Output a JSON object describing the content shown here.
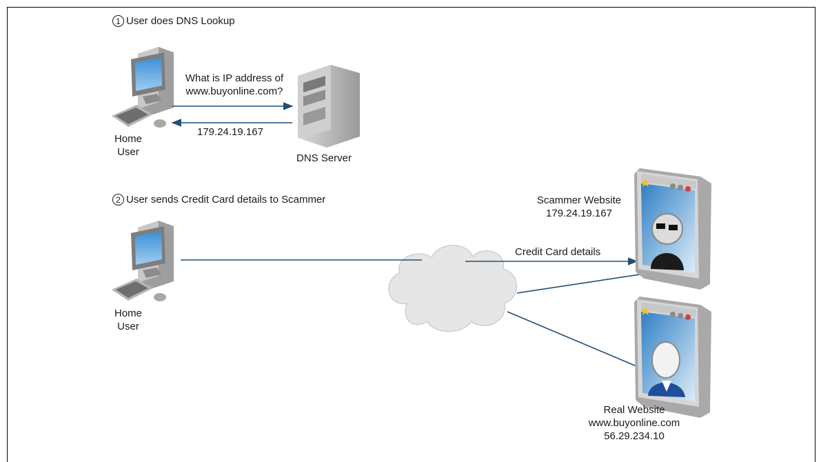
{
  "header": {
    "caption": ""
  },
  "step1": {
    "number": "1",
    "title": "User does DNS Lookup"
  },
  "step2": {
    "number": "2",
    "title": "User sends Credit Card details to Scammer"
  },
  "query": {
    "line1": "What is IP address of",
    "line2": "www.buyonline.com?"
  },
  "response": {
    "ip": "179.24.19.167"
  },
  "home_user_1": {
    "line1": "Home",
    "line2": "User"
  },
  "home_user_2": {
    "line1": "Home",
    "line2": "User"
  },
  "dns_server": {
    "label": "DNS Server"
  },
  "scammer": {
    "title": "Scammer Website",
    "ip": "179.24.19.167"
  },
  "credit_card": {
    "label": "Credit Card details"
  },
  "real": {
    "title": "Real Website",
    "url": "www.buyonline.com",
    "ip": "56.29.234.10"
  },
  "colors": {
    "arrow": "#1f4e79",
    "cloud": "#e6e6e6",
    "window_frame": "#b9b9b9",
    "window_sky": "#2f7fc4"
  },
  "icons": [
    "computer-icon",
    "server-icon",
    "cloud-icon",
    "scammer-window-icon",
    "real-window-icon"
  ]
}
